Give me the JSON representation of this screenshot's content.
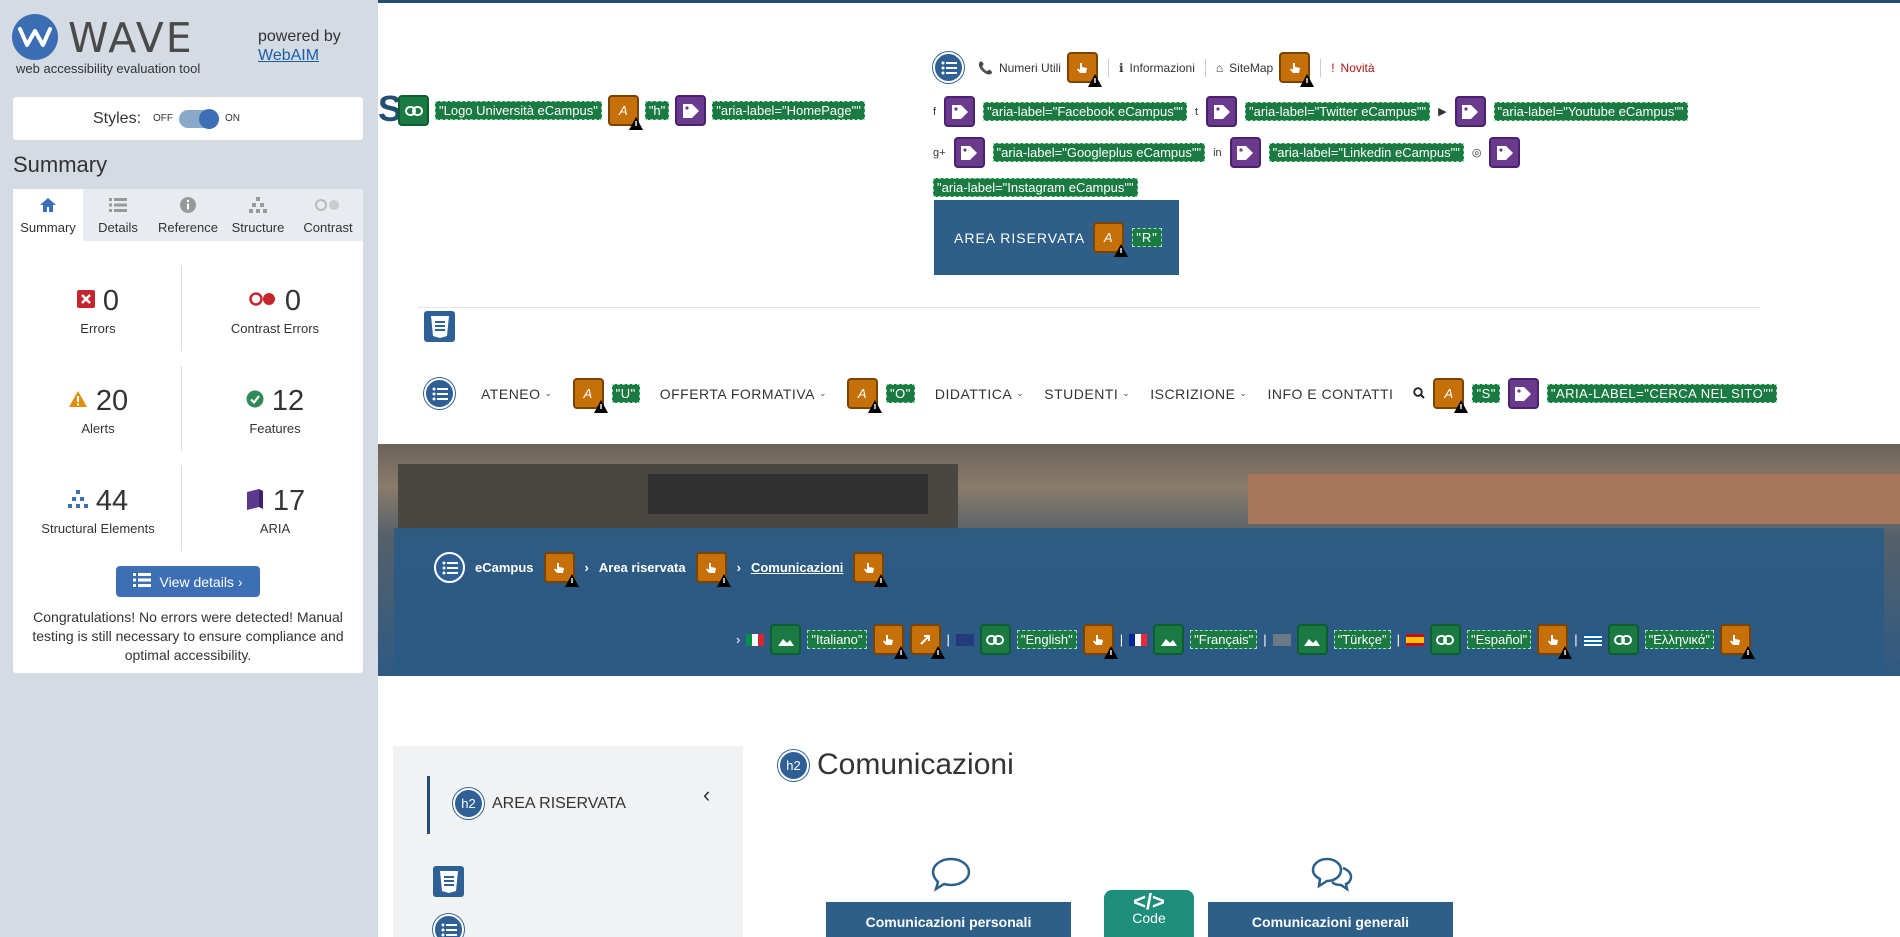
{
  "wave": {
    "brand": "WAVE",
    "tagline": "web accessibility evaluation tool",
    "powered_by": "powered by",
    "webaim": "WebAIM",
    "styles_label": "Styles:",
    "styles_off": "OFF",
    "styles_on": "ON",
    "summary_title": "Summary",
    "tabs": [
      "Summary",
      "Details",
      "Reference",
      "Structure",
      "Contrast"
    ],
    "stats": {
      "errors": {
        "count": "0",
        "label": "Errors"
      },
      "contrast": {
        "count": "0",
        "label": "Contrast Errors"
      },
      "alerts": {
        "count": "20",
        "label": "Alerts"
      },
      "features": {
        "count": "12",
        "label": "Features"
      },
      "structural": {
        "count": "44",
        "label": "Structural Elements"
      },
      "aria": {
        "count": "17",
        "label": "ARIA"
      }
    },
    "view_details": "View details ›",
    "congrats": "Congratulations! No errors were detected! Manual testing is still necessary to ensure compliance and optimal accessibility."
  },
  "page": {
    "logo_letter": "S",
    "logo_alt": "\"Logo Università eCampus\"",
    "logo_access": "\"h\"",
    "logo_aria": "\"aria-label=\"HomePage\"\"",
    "util": {
      "numeri": "Numeri Utili",
      "info": "Informazioni",
      "sitemap": "SiteMap",
      "novita": "Novità"
    },
    "social": [
      "\"aria-label=\"Facebook eCampus\"\"",
      "\"aria-label=\"Twitter eCampus\"\"",
      "\"aria-label=\"Youtube eCampus\"\"",
      "\"aria-label=\"Googleplus eCampus\"\"",
      "\"aria-label=\"Linkedin eCampus\"\"",
      "\"aria-label=\"Instagram eCampus\"\""
    ],
    "area_riservata": "AREA RISERVATA",
    "area_access": "\"R\"",
    "nav": {
      "ateneo": "ATENEO",
      "ateneo_access": "\"U\"",
      "offerta": "OFFERTA FORMATIVA",
      "offerta_access": "\"O\"",
      "didattica": "DIDATTICA",
      "studenti": "STUDENTI",
      "iscrizione": "ISCRIZIONE",
      "info": "INFO E CONTATTI",
      "search_access": "\"S\"",
      "search_aria": "\"ARIA-LABEL=\"CERCA NEL SITO\"\""
    },
    "breadcrumb": [
      "eCampus",
      "Area riservata",
      "Comunicazioni"
    ],
    "languages": [
      "\"Italiano\"",
      "\"English\"",
      "\"Français\"",
      "\"Türkçe\"",
      "\"Español\"",
      "\"Ελληνικά\""
    ],
    "side_title": "AREA RISERVATA",
    "h2_badge": "h2",
    "content_title": "Comunicazioni",
    "cards": [
      "Comunicazioni personali",
      "Comunicazioni generali"
    ],
    "code_badge": "Code"
  }
}
